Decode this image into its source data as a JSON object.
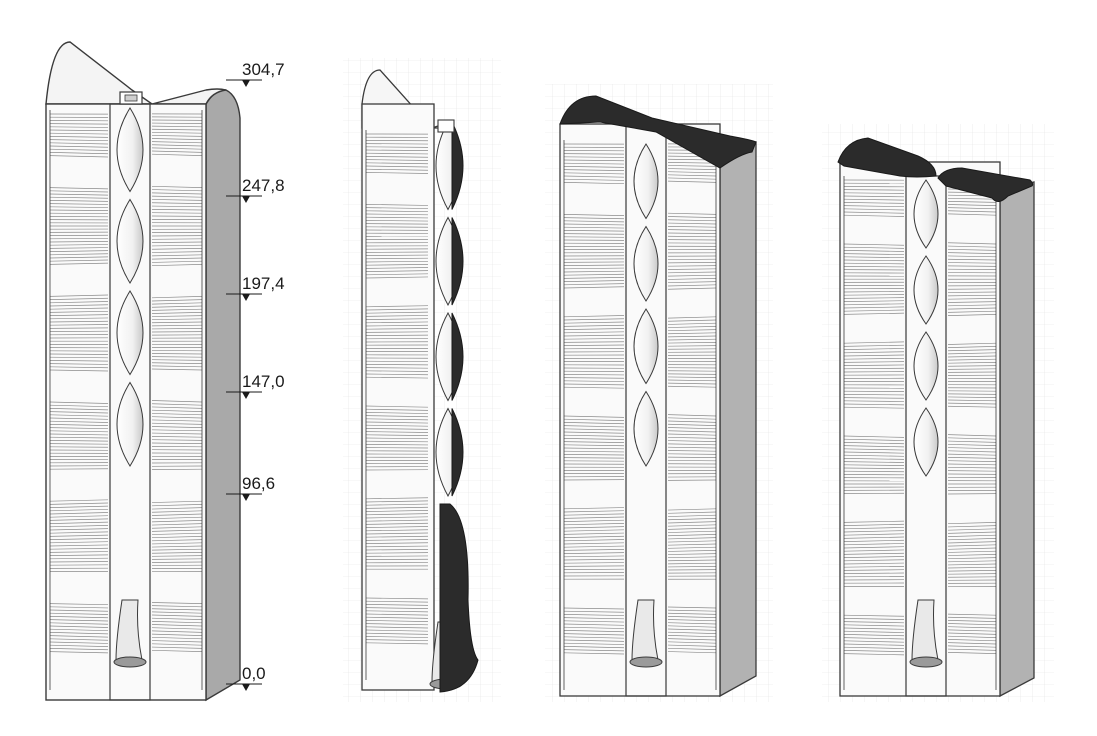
{
  "level_markers": [
    {
      "label": "304,7"
    },
    {
      "label": "247,8"
    },
    {
      "label": "197,4"
    },
    {
      "label": "147,0"
    },
    {
      "label": "96,6"
    },
    {
      "label": "0,0"
    }
  ],
  "colors": {
    "cut_section": "#2b2b2b",
    "louver_line": "#8a8a8a",
    "side_shade": "#a9a9a9",
    "outline": "#3a3a3a",
    "grid_line": "#d9d9d9"
  },
  "views": [
    {
      "id": "view-1",
      "section": "none"
    },
    {
      "id": "view-2",
      "section": "side"
    },
    {
      "id": "view-3",
      "section": "top"
    },
    {
      "id": "view-4",
      "section": "top-lowered"
    }
  ]
}
